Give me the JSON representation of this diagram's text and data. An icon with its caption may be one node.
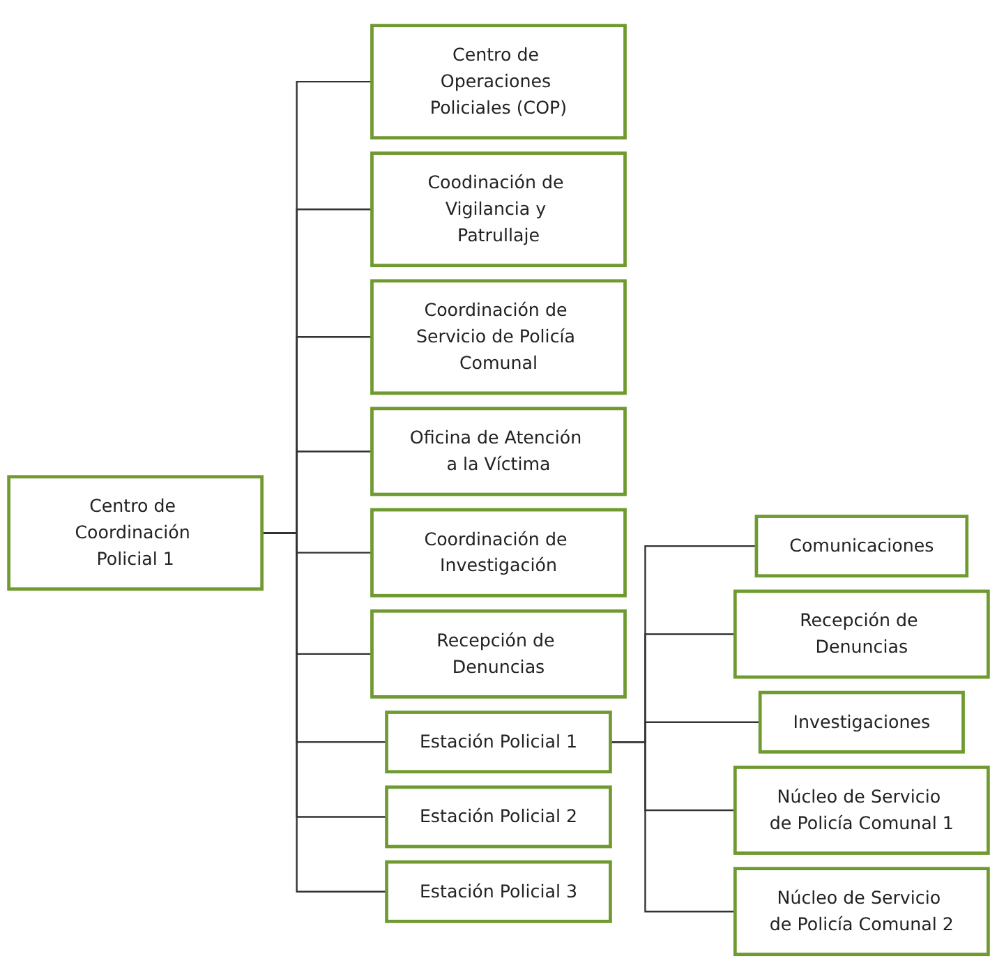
{
  "diagram": {
    "nodes": [
      {
        "text": [
          "Centro de Coordinación Policial 1"
        ]
      },
      {
        "text": [
          "Centro de Operaciones Policiales (COP)"
        ]
      },
      {
        "text": [
          "Coodinación de Vigilancia y Patrullaje"
        ]
      },
      {
        "text": [
          "Coordinación de Servicio de Policía Comunal"
        ]
      },
      {
        "text": [
          "Oficina de Atención a la Víctima"
        ]
      },
      {
        "text": [
          "Coordinación de Investigación"
        ]
      },
      {
        "text": [
          "Recepción de Denuncias"
        ]
      },
      {
        "text": [
          "Estación Policial 1"
        ]
      },
      {
        "text": [
          "Estación Policial 2"
        ]
      },
      {
        "text": [
          "Estación Policial 3"
        ]
      },
      {
        "text": [
          "Comunicaciones"
        ]
      },
      {
        "text": [
          "Recepción de Denuncias"
        ]
      },
      {
        "text": [
          "Investigaciones"
        ]
      },
      {
        "text": [
          "Núcleo de Servicio de Policía Comunal 1"
        ]
      },
      {
        "text": [
          "Núcleo de Servicio de Policía Comunal 2"
        ]
      }
    ],
    "edges": [
      {
        "from": 0,
        "to": 1,
        "arrow": "none"
      },
      {
        "from": 0,
        "to": 2,
        "arrow": "none"
      },
      {
        "from": 0,
        "to": 3,
        "arrow": "none"
      },
      {
        "from": 0,
        "to": 4,
        "arrow": "none"
      },
      {
        "from": 0,
        "to": 5,
        "arrow": "none"
      },
      {
        "from": 0,
        "to": 6,
        "arrow": "none"
      },
      {
        "from": 0,
        "to": 7,
        "arrow": "none"
      },
      {
        "from": 0,
        "to": 8,
        "arrow": "none"
      },
      {
        "from": 0,
        "to": 9,
        "arrow": "none"
      },
      {
        "from": 7,
        "to": 10,
        "arrow": "none"
      },
      {
        "from": 7,
        "to": 11,
        "arrow": "none"
      },
      {
        "from": 7,
        "to": 12,
        "arrow": "none"
      },
      {
        "from": 7,
        "to": 13,
        "arrow": "none"
      },
      {
        "from": 7,
        "to": 14,
        "arrow": "none"
      }
    ]
  }
}
